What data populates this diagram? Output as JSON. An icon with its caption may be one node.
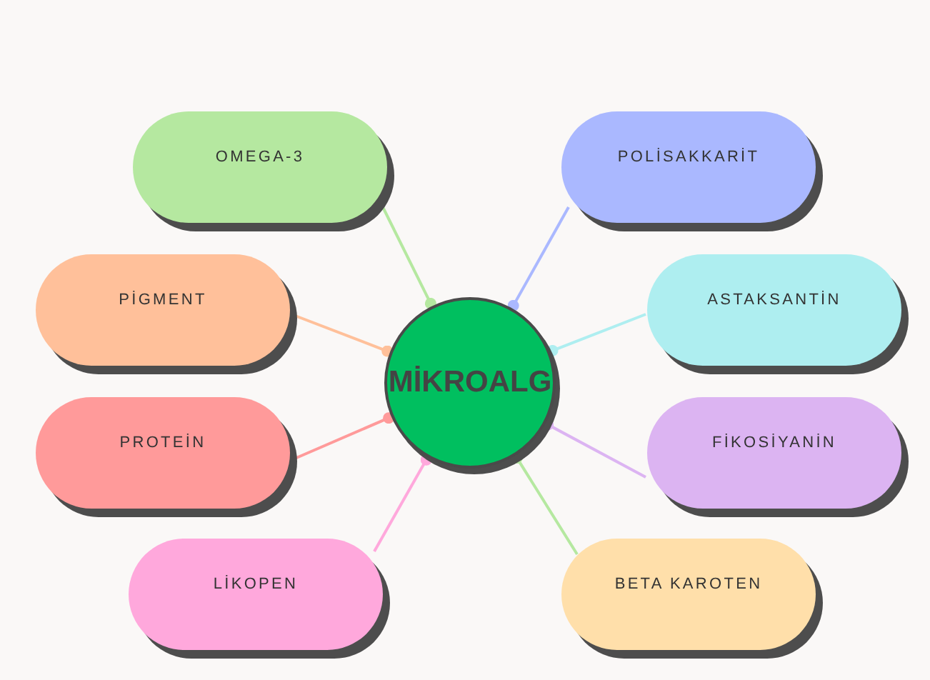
{
  "diagram": {
    "nodes": [
      {
        "text": [
          "MİKROALG"
        ]
      },
      {
        "text": [
          "OMEGA-3"
        ]
      },
      {
        "text": [
          "POLİSAKKARİT"
        ]
      },
      {
        "text": [
          "PİGMENT"
        ]
      },
      {
        "text": [
          "ASTAKSANTİN"
        ]
      },
      {
        "text": [
          "PROTEİN"
        ]
      },
      {
        "text": [
          "FİKOSİYANİN"
        ]
      },
      {
        "text": [
          "LİKOPEN"
        ]
      },
      {
        "text": [
          "BETA KAROTEN"
        ]
      }
    ],
    "edges": [
      {
        "from": 1,
        "to": 0,
        "arrow": "other",
        "color": "#b5e8a0"
      },
      {
        "from": 2,
        "to": 0,
        "arrow": "other",
        "color": "#aab8ff"
      },
      {
        "from": 3,
        "to": 0,
        "arrow": "other",
        "color": "#ffc09a"
      },
      {
        "from": 4,
        "to": 0,
        "arrow": "other",
        "color": "#aeeef0"
      },
      {
        "from": 5,
        "to": 0,
        "arrow": "other",
        "color": "#ff9a9a"
      },
      {
        "from": 6,
        "to": 0,
        "arrow": "other",
        "color": "#dcb4f2"
      },
      {
        "from": 7,
        "to": 0,
        "arrow": "other",
        "color": "#ffa8dc"
      },
      {
        "from": 8,
        "to": 0,
        "arrow": "other",
        "color": "#b5e8a0"
      }
    ]
  }
}
